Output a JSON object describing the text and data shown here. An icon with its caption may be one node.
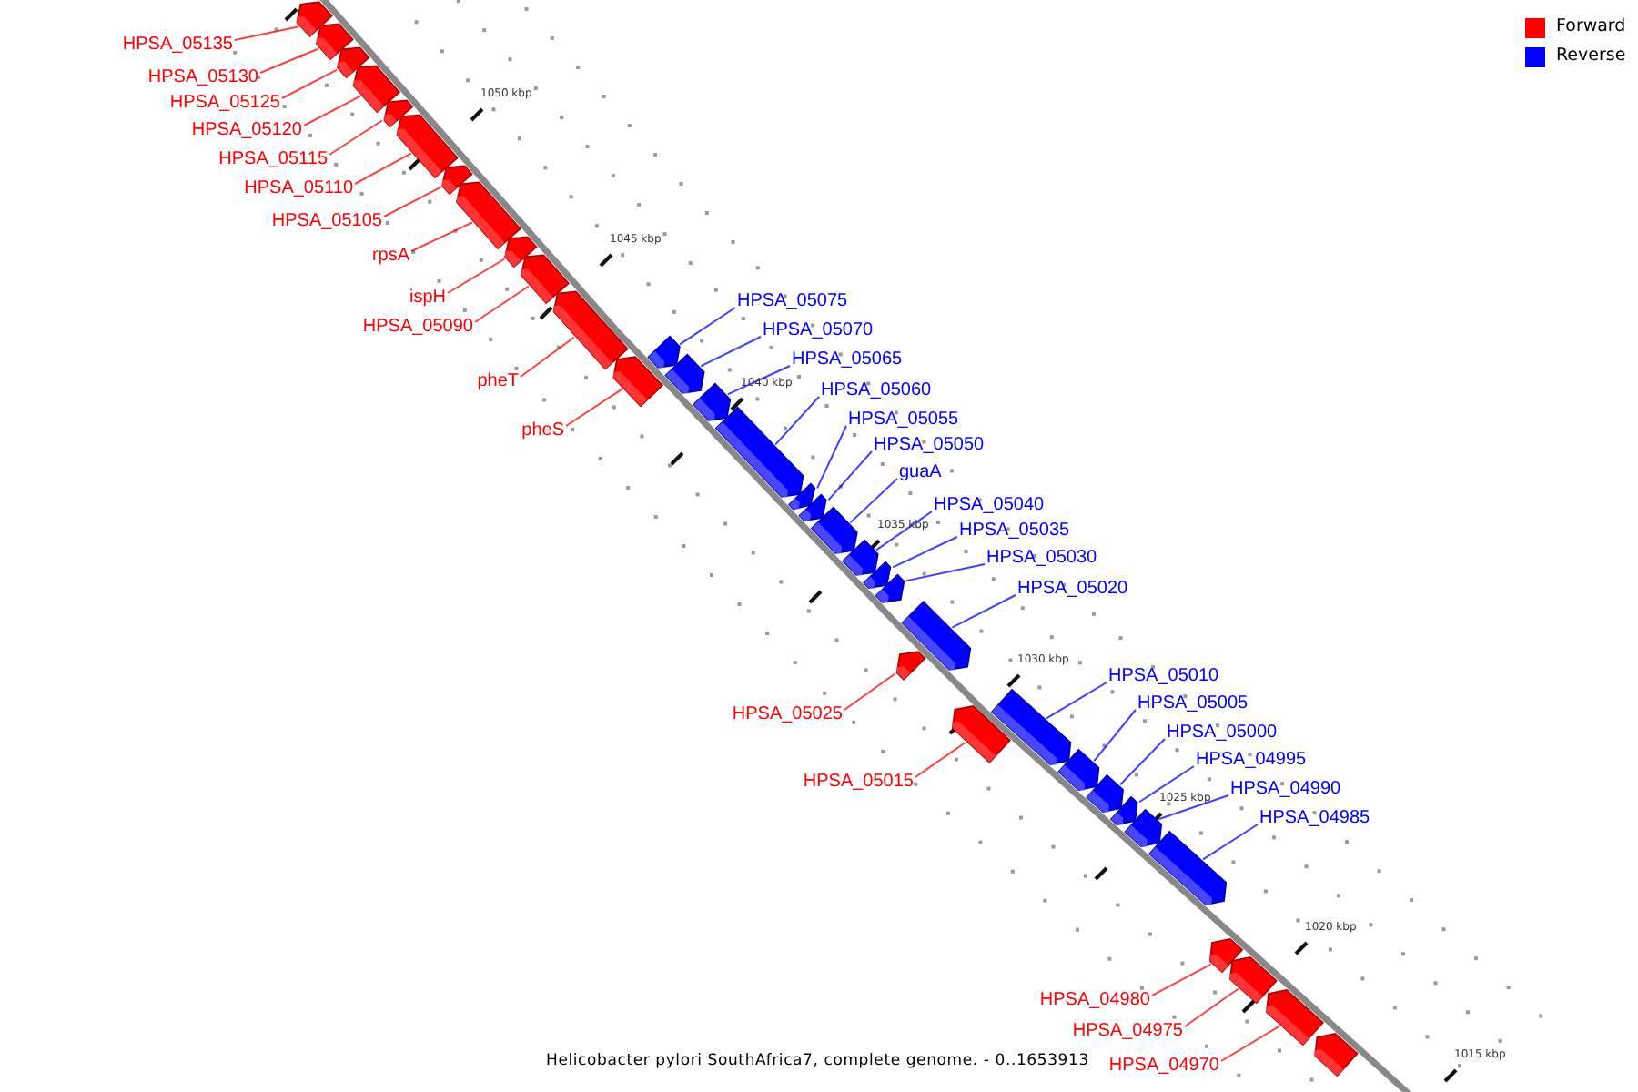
{
  "diagram": {
    "caption": "Helicobacter pylori SouthAfrica7, complete genome. - 0..1653913",
    "nodes": [
      {
        "text": [
          "HPSA_05135"
        ]
      },
      {
        "text": [
          "HPSA_05130"
        ]
      },
      {
        "text": [
          "HPSA_05125"
        ]
      },
      {
        "text": [
          "HPSA_05120"
        ]
      },
      {
        "text": [
          "HPSA_05115"
        ]
      },
      {
        "text": [
          "HPSA_05110"
        ]
      },
      {
        "text": [
          "HPSA_05105"
        ]
      },
      {
        "text": [
          "rpsA"
        ]
      },
      {
        "text": [
          "ispH"
        ]
      },
      {
        "text": [
          "HPSA_05090"
        ]
      },
      {
        "text": [
          "pheT"
        ]
      },
      {
        "text": [
          "pheS"
        ]
      },
      {
        "text": [
          "HPSA_05075"
        ]
      },
      {
        "text": [
          "HPSA_05070"
        ]
      },
      {
        "text": [
          "HPSA_05065"
        ]
      },
      {
        "text": [
          "HPSA_05060"
        ]
      },
      {
        "text": [
          "HPSA_05055"
        ]
      },
      {
        "text": [
          "HPSA_05050"
        ]
      },
      {
        "text": [
          "guaA"
        ]
      },
      {
        "text": [
          "HPSA_05040"
        ]
      },
      {
        "text": [
          "HPSA_05035"
        ]
      },
      {
        "text": [
          "HPSA_05030"
        ]
      },
      {
        "text": [
          "HPSA_05020"
        ]
      },
      {
        "text": [
          "HPSA_05025"
        ]
      },
      {
        "text": [
          "HPSA_05015"
        ]
      },
      {
        "text": [
          "HPSA_05010"
        ]
      },
      {
        "text": [
          "HPSA_05005"
        ]
      },
      {
        "text": [
          "HPSA_05000"
        ]
      },
      {
        "text": [
          "HPSA_04995"
        ]
      },
      {
        "text": [
          "HPSA_04990"
        ]
      },
      {
        "text": [
          "HPSA_04985"
        ]
      },
      {
        "text": [
          "HPSA_04980"
        ]
      },
      {
        "text": [
          "HPSA_04975"
        ]
      },
      {
        "text": [
          "HPSA_04970"
        ]
      },
      {
        "text": [],
        "shape": "arrow"
      },
      {
        "text": [],
        "shape": "arrow"
      },
      {
        "text": [],
        "shape": "arrow"
      },
      {
        "text": [],
        "shape": "arrow"
      },
      {
        "text": [],
        "shape": "arrow"
      },
      {
        "text": [],
        "shape": "arrow"
      },
      {
        "text": [],
        "shape": "arrow"
      },
      {
        "text": [],
        "shape": "arrow"
      },
      {
        "text": [],
        "shape": "arrow"
      },
      {
        "text": [],
        "shape": "arrow"
      },
      {
        "text": [],
        "shape": "arrow"
      },
      {
        "text": [],
        "shape": "arrow"
      },
      {
        "text": [],
        "shape": "arrow"
      },
      {
        "text": [],
        "shape": "arrow"
      },
      {
        "text": [],
        "shape": "arrow"
      },
      {
        "text": [],
        "shape": "arrow"
      },
      {
        "text": [],
        "shape": "arrow"
      },
      {
        "text": [],
        "shape": "arrow"
      },
      {
        "text": [],
        "shape": "arrow"
      },
      {
        "text": [],
        "shape": "arrow"
      },
      {
        "text": [],
        "shape": "arrow"
      },
      {
        "text": [],
        "shape": "arrow"
      },
      {
        "text": [],
        "shape": "arrow"
      },
      {
        "text": [],
        "shape": "arrow"
      },
      {
        "text": [],
        "shape": "arrow"
      },
      {
        "text": [],
        "shape": "arrow"
      },
      {
        "text": [],
        "shape": "arrow"
      },
      {
        "text": [],
        "shape": "arrow"
      },
      {
        "text": [],
        "shape": "arrow"
      },
      {
        "text": [],
        "shape": "arrow"
      },
      {
        "text": [],
        "shape": "arrow"
      },
      {
        "text": [],
        "shape": "arrow"
      },
      {
        "text": [],
        "shape": "arrow"
      },
      {
        "text": [],
        "shape": "arrow"
      },
      {
        "text": [],
        "shape": "arrow"
      }
    ],
    "edges": [
      {
        "from": 0,
        "to": 34,
        "arrow": "none",
        "color": "#ff0000"
      },
      {
        "from": 1,
        "to": 35,
        "arrow": "none",
        "color": "#ff0000"
      },
      {
        "from": 2,
        "to": 36,
        "arrow": "none",
        "color": "#ff0000"
      },
      {
        "from": 3,
        "to": 37,
        "arrow": "none",
        "color": "#ff0000"
      },
      {
        "from": 4,
        "to": 38,
        "arrow": "none",
        "color": "#ff0000"
      },
      {
        "from": 5,
        "to": 39,
        "arrow": "none",
        "color": "#ff0000"
      },
      {
        "from": 6,
        "to": 40,
        "arrow": "none",
        "color": "#ff0000"
      },
      {
        "from": 7,
        "to": 41,
        "arrow": "none",
        "color": "#ff0000"
      },
      {
        "from": 8,
        "to": 42,
        "arrow": "none",
        "color": "#ff0000"
      },
      {
        "from": 9,
        "to": 43,
        "arrow": "none",
        "color": "#ff0000"
      },
      {
        "from": 10,
        "to": 44,
        "arrow": "none",
        "color": "#ff0000"
      },
      {
        "from": 11,
        "to": 45,
        "arrow": "none",
        "color": "#ff0000"
      },
      {
        "from": 12,
        "to": 46,
        "arrow": "none",
        "color": "#0000ff"
      },
      {
        "from": 13,
        "to": 47,
        "arrow": "none",
        "color": "#0000ff"
      },
      {
        "from": 14,
        "to": 48,
        "arrow": "none",
        "color": "#0000ff"
      },
      {
        "from": 15,
        "to": 49,
        "arrow": "none",
        "color": "#0000ff"
      },
      {
        "from": 16,
        "to": 50,
        "arrow": "none",
        "color": "#0000ff"
      },
      {
        "from": 17,
        "to": 51,
        "arrow": "none",
        "color": "#0000ff"
      },
      {
        "from": 18,
        "to": 52,
        "arrow": "none",
        "color": "#0000ff"
      },
      {
        "from": 19,
        "to": 53,
        "arrow": "none",
        "color": "#0000ff"
      },
      {
        "from": 20,
        "to": 54,
        "arrow": "none",
        "color": "#0000ff"
      },
      {
        "from": 21,
        "to": 55,
        "arrow": "none",
        "color": "#0000ff"
      },
      {
        "from": 22,
        "to": 56,
        "arrow": "none",
        "color": "#0000ff"
      },
      {
        "from": 23,
        "to": 57,
        "arrow": "none",
        "color": "#ff0000"
      },
      {
        "from": 24,
        "to": 58,
        "arrow": "none",
        "color": "#ff0000"
      },
      {
        "from": 25,
        "to": 59,
        "arrow": "none",
        "color": "#0000ff"
      },
      {
        "from": 26,
        "to": 60,
        "arrow": "none",
        "color": "#0000ff"
      },
      {
        "from": 27,
        "to": 61,
        "arrow": "none",
        "color": "#0000ff"
      },
      {
        "from": 28,
        "to": 62,
        "arrow": "none",
        "color": "#0000ff"
      },
      {
        "from": 29,
        "to": 63,
        "arrow": "none",
        "color": "#0000ff"
      },
      {
        "from": 30,
        "to": 64,
        "arrow": "none",
        "color": "#0000ff"
      },
      {
        "from": 31,
        "to": 65,
        "arrow": "none",
        "color": "#ff0000"
      },
      {
        "from": 32,
        "to": 66,
        "arrow": "none",
        "color": "#ff0000"
      },
      {
        "from": 33,
        "to": 67,
        "arrow": "none",
        "color": "#ff0000"
      }
    ],
    "labels": [
      "1050 kbp",
      "1045 kbp",
      "1040 kbp",
      "1035 kbp",
      "1030 kbp",
      "1025 kbp",
      "1020 kbp",
      "1015 kbp"
    ],
    "legend": [
      {
        "text": "Forward",
        "color": "#ff0000"
      },
      {
        "text": "Reverse",
        "color": "#0000ff"
      }
    ]
  }
}
